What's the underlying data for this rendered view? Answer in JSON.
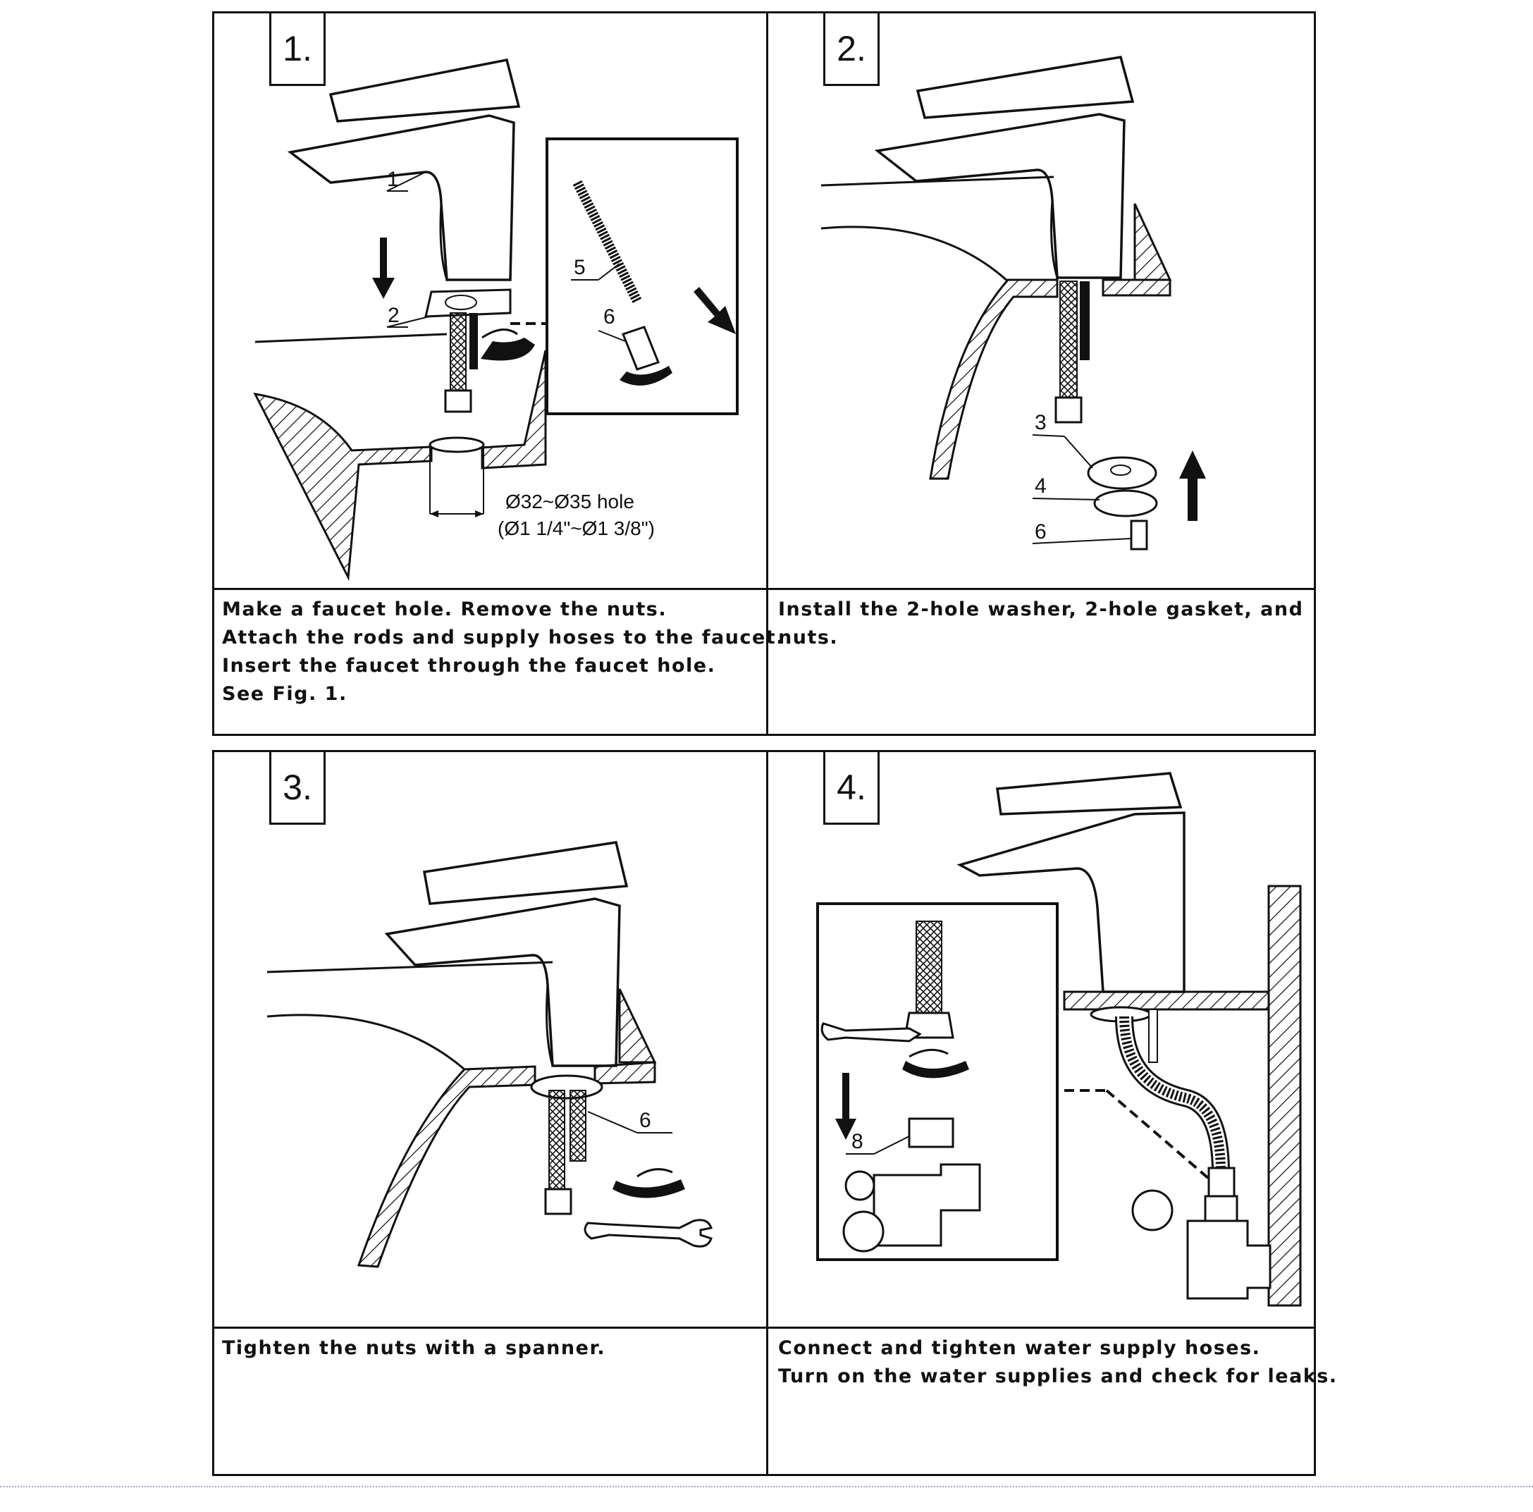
{
  "steps": [
    {
      "number": "1.",
      "caption": [
        "Make a faucet hole. Remove the nuts.",
        "Attach the rods and supply hoses to the faucet.",
        "Insert the faucet through the faucet hole.",
        "See Fig. 1."
      ],
      "callouts": [
        "1",
        "2",
        "5",
        "6"
      ],
      "dimension": {
        "metric": "Ø32~Ø35 hole",
        "imperial": "(Ø1 1/4\"~Ø1 3/8\")"
      }
    },
    {
      "number": "2.",
      "caption": [
        "Install the 2-hole washer, 2-hole gasket, and",
        "nuts."
      ],
      "callouts": [
        "3",
        "4",
        "6"
      ]
    },
    {
      "number": "3.",
      "caption": [
        "Tighten the nuts with a spanner."
      ],
      "callouts": [
        "6"
      ]
    },
    {
      "number": "4.",
      "caption": [
        "Connect and tighten water supply hoses.",
        "Turn on the water supplies and check for leaks."
      ],
      "callouts": [
        "8"
      ]
    }
  ]
}
